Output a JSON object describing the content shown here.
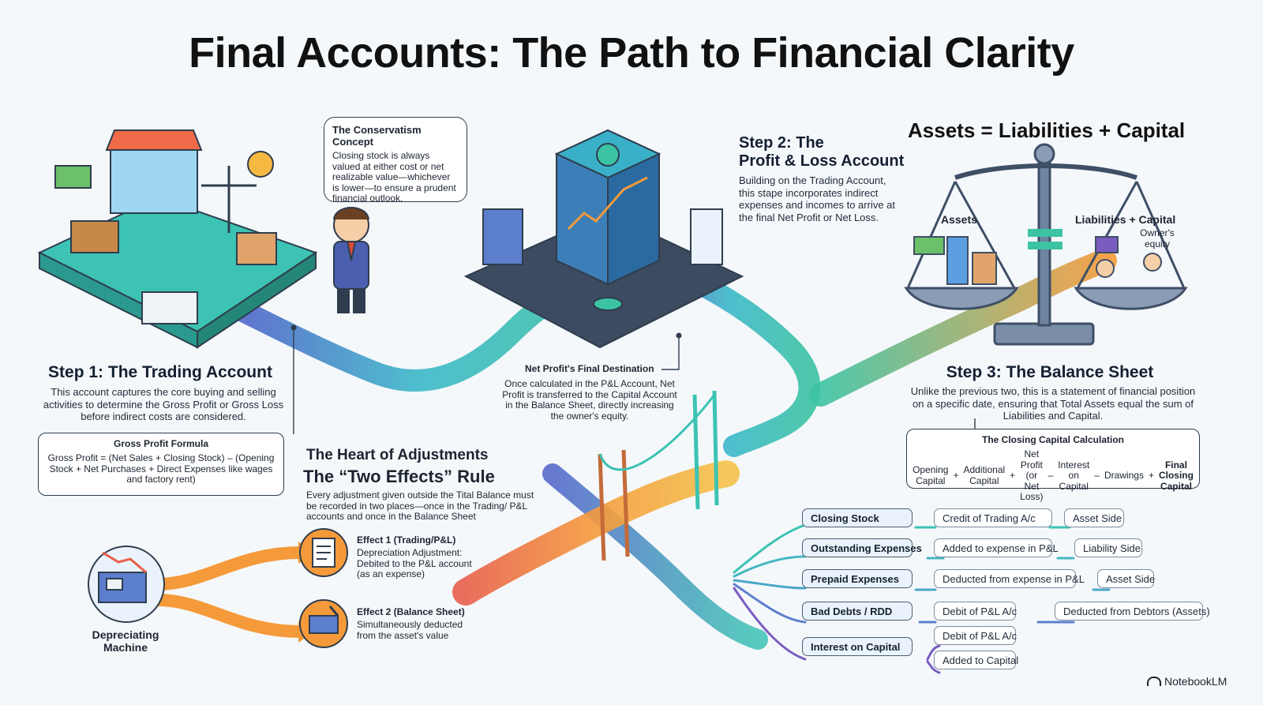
{
  "title": "Final Accounts: The Path to Financial Clarity",
  "step1": {
    "heading": "Step 1: The Trading Account",
    "body": "This account captures the core buying and selling activities to determine the Gross Profit or Gross Loss before indirect costs are considered.",
    "formula_title": "Gross Profit Formula",
    "formula_text": "Gross Profit = (Net Sales + Closing Stock) – (Opening Stock + Net Purchases + Direct Expenses like wages and factory rent)"
  },
  "conservatism": {
    "title": "The Conservatism Concept",
    "body": "Closing stock is always valued at either cost or net realizable value—whichever is lower—to ensure a prudent financial outlook."
  },
  "step2": {
    "heading_line1": "Step 2: The",
    "heading_line2": "Profit & Loss Account",
    "body": "Building on the Trading Account, this stape incorporates indirect expenses and incomes to arrive at the final Net Profit or Net Loss."
  },
  "equation": {
    "text": "Assets = Liabilities + Capital",
    "left_pan": "Assets",
    "right_pan": "Liabilities + Capital",
    "owner_note": "Owner's equity"
  },
  "net_profit": {
    "title": "Net Profit's Final Destination",
    "body": "Once calculated in the P&L Account, Net Profit is transferred to the Capital Account in the Balance Sheet, directly increasing the owner's equity."
  },
  "step3": {
    "heading": "Step 3: The Balance Sheet",
    "body": "Unlike the previous two, this is a statement of financial position on a specific date, ensuring that Total Assets equal the sum of Liabilities and Capital.",
    "calc_title": "The Closing Capital Calculation",
    "calc_terms": [
      "Opening Capital",
      "+",
      "Additional Capital",
      "+",
      "Net Profit (or Net Loss)",
      "–",
      "Interest on Capital",
      "–",
      "Drawings",
      "+",
      "Final Closing Capital"
    ]
  },
  "adjustments": {
    "heading_line1": "The Heart of Adjustments",
    "heading_line2": "The “Two Effects” Rule",
    "body": "Every adjustment given outside the Tital Balance must be recorded in two places—once in the Trading/ P&L accounts and once in the Balance Sheet",
    "effect1_title": "Effect 1 (Trading/P&L)",
    "effect1_body": "Depreciation Adjustment: Debited to the P&L account (as an expense)",
    "effect2_title": "Effect 2 (Balance Sheet)",
    "effect2_body": "Simultaneously deducted from the asset's value",
    "machine_label": "Depreciating Machine"
  },
  "tree": [
    {
      "item": "Closing Stock",
      "effects": [
        "Credit of Trading A/c",
        "Asset Side"
      ]
    },
    {
      "item": "Outstanding Expenses",
      "effects": [
        "Added to expense in P&L",
        "Liability Side"
      ]
    },
    {
      "item": "Prepaid Expenses",
      "effects": [
        "Deducted from expense in P&L",
        "Asset Side"
      ]
    },
    {
      "item": "Bad Debts / RDD",
      "effects": [
        "Debit of P&L A/c",
        "Deducted from Debtors (Assets)"
      ]
    },
    {
      "item": "Interest on Capital",
      "effects": [
        "Debit of P&L A/c",
        "Added to Capital"
      ]
    }
  ],
  "brand": "NotebookLM",
  "colors": {
    "teal": "#3cc3b3",
    "blue": "#4f63c9",
    "orange": "#f59a3a",
    "purple": "#7a5cc0",
    "ink": "#2f3d4e"
  }
}
